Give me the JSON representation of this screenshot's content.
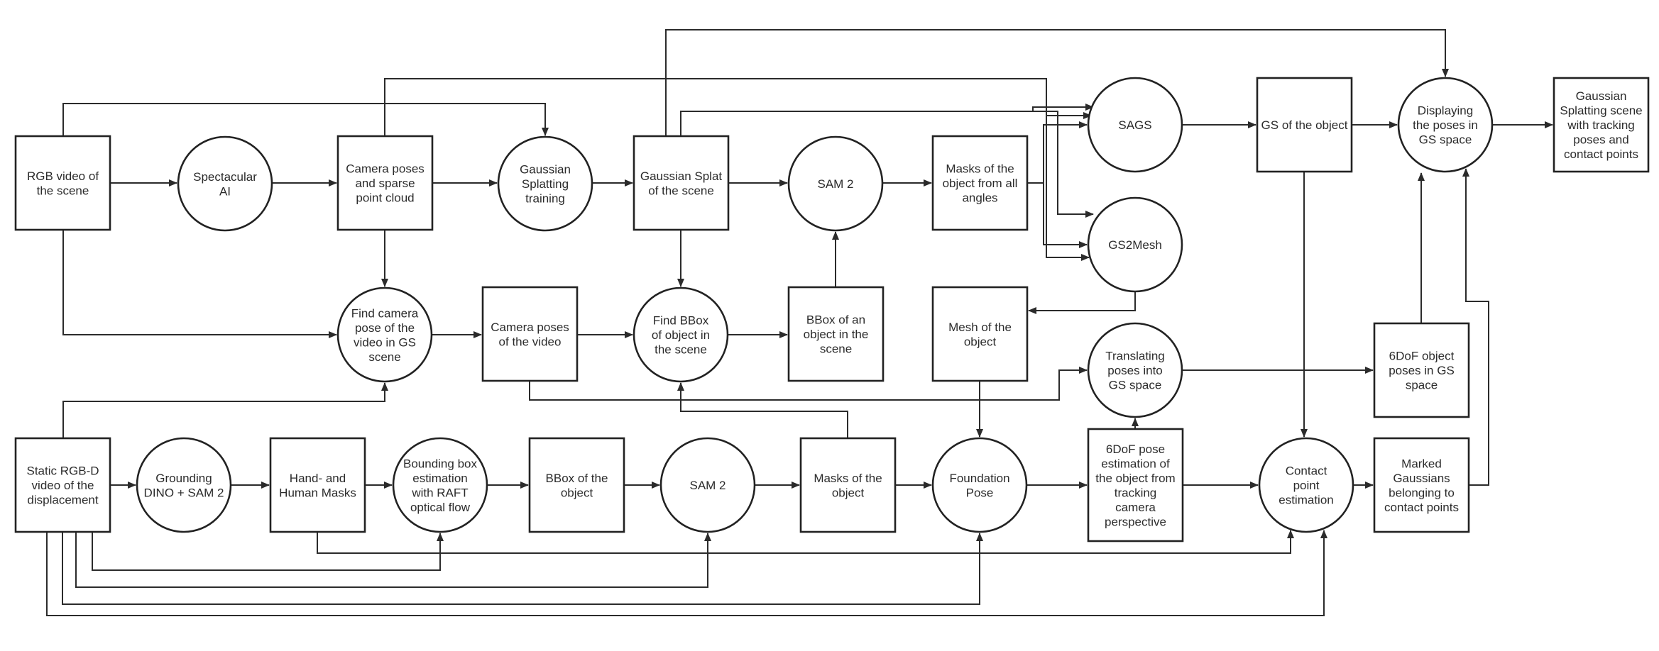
{
  "nodes": [
    {
      "id": "rgb-video",
      "label": [
        "RGB video of",
        "the scene"
      ]
    },
    {
      "id": "spectacular-ai",
      "label": [
        "Spectacular",
        "AI"
      ]
    },
    {
      "id": "camera-poses-sparse",
      "label": [
        "Camera poses",
        "and sparse",
        "point cloud"
      ]
    },
    {
      "id": "gs-training",
      "label": [
        "Gaussian",
        "Splatting",
        "training"
      ]
    },
    {
      "id": "gs-scene",
      "label": [
        "Gaussian Splat",
        "of the scene"
      ]
    },
    {
      "id": "sam2-top",
      "label": [
        "SAM 2"
      ]
    },
    {
      "id": "masks-all-angles",
      "label": [
        "Masks of the",
        "object from all",
        "angles"
      ]
    },
    {
      "id": "sags",
      "label": [
        "SAGS"
      ]
    },
    {
      "id": "gs-object",
      "label": [
        "GS of the object"
      ]
    },
    {
      "id": "display-poses",
      "label": [
        "Displaying",
        "the poses in",
        "GS space"
      ]
    },
    {
      "id": "final-scene",
      "label": [
        "Gaussian",
        "Splatting scene",
        "with tracking",
        "poses and",
        "contact points"
      ]
    },
    {
      "id": "gs2mesh",
      "label": [
        "GS2Mesh"
      ]
    },
    {
      "id": "find-camera-pose",
      "label": [
        "Find camera",
        "pose of the",
        "video in GS",
        "scene"
      ]
    },
    {
      "id": "camera-poses-video",
      "label": [
        "Camera poses",
        "of the video"
      ]
    },
    {
      "id": "find-bbox",
      "label": [
        "Find BBox",
        "of object in",
        "the scene"
      ]
    },
    {
      "id": "bbox-object-scene",
      "label": [
        "BBox of an",
        "object in the",
        "scene"
      ]
    },
    {
      "id": "mesh-object",
      "label": [
        "Mesh of the",
        "object"
      ]
    },
    {
      "id": "translating-poses",
      "label": [
        "Translating",
        "poses into",
        "GS space"
      ]
    },
    {
      "id": "six-dof-gs",
      "label": [
        "6DoF object",
        "poses in GS",
        "space"
      ]
    },
    {
      "id": "static-rgbd",
      "label": [
        "Static RGB-D",
        "video of the",
        "displacement"
      ]
    },
    {
      "id": "grounding-dino",
      "label": [
        "Grounding",
        "DINO + SAM 2"
      ]
    },
    {
      "id": "hand-masks",
      "label": [
        "Hand- and",
        "Human Masks"
      ]
    },
    {
      "id": "bbox-raft",
      "label": [
        "Bounding box",
        "estimation",
        "with RAFT",
        "optical flow"
      ]
    },
    {
      "id": "bbox-object",
      "label": [
        "BBox of the",
        "object"
      ]
    },
    {
      "id": "sam2-bottom",
      "label": [
        "SAM 2"
      ]
    },
    {
      "id": "masks-object",
      "label": [
        "Masks of the",
        "object"
      ]
    },
    {
      "id": "foundation-pose",
      "label": [
        "Foundation",
        "Pose"
      ]
    },
    {
      "id": "six-dof-estimation",
      "label": [
        "6DoF pose",
        "estimation of",
        "the object from",
        "tracking",
        "camera",
        "perspective"
      ]
    },
    {
      "id": "contact-point",
      "label": [
        "Contact",
        "point",
        "estimation"
      ]
    },
    {
      "id": "marked-gaussians",
      "label": [
        "Marked",
        "Gaussians",
        "belonging to",
        "contact points"
      ]
    }
  ],
  "edges": [
    {
      "from": "rgb-video",
      "to": "spectacular-ai"
    },
    {
      "from": "spectacular-ai",
      "to": "camera-poses-sparse"
    },
    {
      "from": "camera-poses-sparse",
      "to": "gs-training"
    },
    {
      "from": "gs-training",
      "to": "gs-scene"
    },
    {
      "from": "gs-scene",
      "to": "sam2-top"
    },
    {
      "from": "sam2-top",
      "to": "masks-all-angles"
    },
    {
      "from": "masks-all-angles",
      "to": "sags"
    },
    {
      "from": "masks-all-angles",
      "to": "gs2mesh"
    },
    {
      "from": "sags",
      "to": "gs-object"
    },
    {
      "from": "gs-object",
      "to": "display-poses"
    },
    {
      "from": "display-poses",
      "to": "final-scene"
    },
    {
      "from": "rgb-video",
      "to": "gs-training"
    },
    {
      "from": "camera-poses-sparse",
      "to": "sags"
    },
    {
      "from": "gs-scene",
      "to": "sags"
    },
    {
      "from": "gs-scene",
      "to": "display-poses"
    },
    {
      "from": "camera-poses-sparse",
      "to": "gs2mesh"
    },
    {
      "from": "gs-scene",
      "to": "gs2mesh"
    },
    {
      "from": "rgb-video",
      "to": "find-camera-pose"
    },
    {
      "from": "camera-poses-sparse",
      "to": "find-camera-pose"
    },
    {
      "from": "static-rgbd",
      "to": "find-camera-pose"
    },
    {
      "from": "find-camera-pose",
      "to": "camera-poses-video"
    },
    {
      "from": "camera-poses-video",
      "to": "find-bbox"
    },
    {
      "from": "gs-scene",
      "to": "find-bbox"
    },
    {
      "from": "find-bbox",
      "to": "bbox-object-scene"
    },
    {
      "from": "bbox-object-scene",
      "to": "sam2-top"
    },
    {
      "from": "gs2mesh",
      "to": "mesh-object"
    },
    {
      "from": "camera-poses-video",
      "to": "translating-poses"
    },
    {
      "from": "translating-poses",
      "to": "six-dof-gs"
    },
    {
      "from": "six-dof-gs",
      "to": "display-poses"
    },
    {
      "from": "static-rgbd",
      "to": "grounding-dino"
    },
    {
      "from": "grounding-dino",
      "to": "hand-masks"
    },
    {
      "from": "hand-masks",
      "to": "bbox-raft"
    },
    {
      "from": "bbox-raft",
      "to": "bbox-object"
    },
    {
      "from": "bbox-object",
      "to": "sam2-bottom"
    },
    {
      "from": "sam2-bottom",
      "to": "masks-object"
    },
    {
      "from": "masks-object",
      "to": "foundation-pose"
    },
    {
      "from": "masks-object",
      "to": "find-bbox"
    },
    {
      "from": "mesh-object",
      "to": "foundation-pose"
    },
    {
      "from": "foundation-pose",
      "to": "six-dof-estimation"
    },
    {
      "from": "six-dof-estimation",
      "to": "translating-poses"
    },
    {
      "from": "six-dof-estimation",
      "to": "contact-point"
    },
    {
      "from": "gs-object",
      "to": "contact-point"
    },
    {
      "from": "contact-point",
      "to": "marked-gaussians"
    },
    {
      "from": "marked-gaussians",
      "to": "display-poses"
    },
    {
      "from": "hand-masks",
      "to": "contact-point"
    },
    {
      "from": "static-rgbd",
      "to": "bbox-raft"
    },
    {
      "from": "static-rgbd",
      "to": "sam2-bottom"
    },
    {
      "from": "static-rgbd",
      "to": "foundation-pose"
    },
    {
      "from": "static-rgbd",
      "to": "contact-point"
    }
  ]
}
